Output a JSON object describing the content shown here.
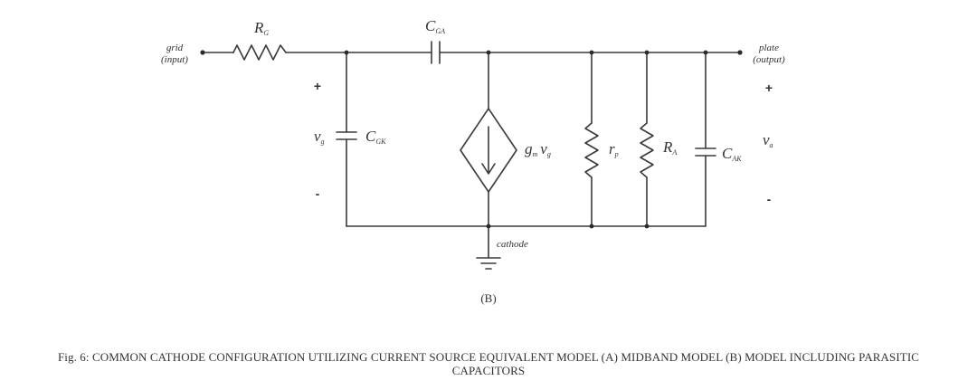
{
  "figure": {
    "sub_label": "(B)",
    "caption": "Fig. 6: COMMON CATHODE CONFIGURATION UTILIZING CURRENT SOURCE EQUIVALENT MODEL (A) MIDBAND MODEL (B) MODEL INCLUDING PARASITIC CAPACITORS"
  },
  "circuit": {
    "grid_label": "grid",
    "grid_sub": "(input)",
    "plate_label": "plate",
    "plate_sub": "(output)",
    "cathode_label": "cathode",
    "rg": {
      "main": "R",
      "sub": "G"
    },
    "cga": {
      "main": "C",
      "sub": "GA"
    },
    "cgk": {
      "main": "C",
      "sub": "GK"
    },
    "vg": {
      "main": "v",
      "sub": "g"
    },
    "gm": {
      "main": "g",
      "sub": "m",
      "tail": "v",
      "tail_sub": "g"
    },
    "rp": {
      "main": "r",
      "sub": "p"
    },
    "ra": {
      "main": "R",
      "sub": "A"
    },
    "cak": {
      "main": "C",
      "sub": "AK"
    },
    "va": {
      "main": "v",
      "sub": "a"
    },
    "plus": "+",
    "minus": "-"
  }
}
